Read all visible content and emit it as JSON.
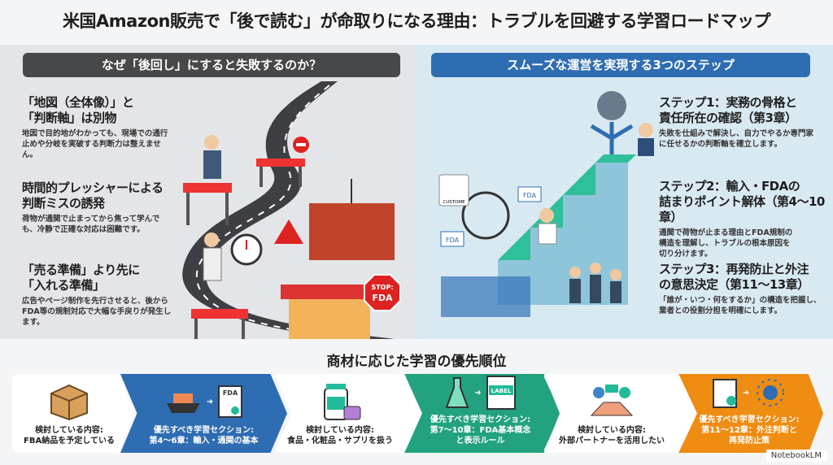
{
  "title": "米国Amazon販売で「後で読む」が命取りになる理由：トラブルを回避する学習ロードマップ",
  "left": {
    "header": "なぜ「後回し」にすると失敗するのか？",
    "items": [
      {
        "title1": "「地図（全体像）」と",
        "title2": "「判断軸」は別物",
        "body": "地図で目的地がわかっても、現場での通行止めや分岐を実破する判断力は整えません。"
      },
      {
        "title1": "時間的プレッシャーによる",
        "title2": "判断ミスの誘発",
        "body": "荷物が通関で止まってから焦って学んでも、冷静で正確な対応は困難です。"
      },
      {
        "title1": "「売る準備」より先に",
        "title2": "「入れる準備」",
        "body": "広告やページ制作を先行させると、後からFDA等の規制対応で大幅な手戻りが発生します。"
      }
    ],
    "stop_sign": "STOP:",
    "stop_fda": "FDA"
  },
  "right": {
    "header": "スムーズな運営を実現する3つのステップ",
    "steps": [
      {
        "title1": "ステップ1：実務の骨格と",
        "title2": "責任所在の確認（第3章）",
        "body": "失敗を仕組みで解決し、自力でやるか専門家に任せるかの判断軸を確立します。"
      },
      {
        "title1": "ステップ2：輸入・FDAの",
        "title2": "詰まりポイント解体（第4〜10章）",
        "body": "通関で荷物が止まる理由とFDA規制の構造を理解し、トラブルの根本原因を切り分けます。"
      },
      {
        "title1": "ステップ3：再発防止と外注",
        "title2": "の意思決定（第11〜13章）",
        "body": "「誰が・いつ・何をするか」の構造を把握し、業者との役割分担を明確にします。"
      }
    ],
    "label_customs": "CUSTOME",
    "label_fda": "FDA"
  },
  "bottom": {
    "title": "商材に応じた学習の優先順位",
    "segments": [
      {
        "kind": "consider",
        "l1": "検討している内容:",
        "l2": "FBA納品を予定している"
      },
      {
        "kind": "priority",
        "l1": "優先すべき学習セクション:",
        "l2": "第4〜6章：輸入・通関の基本",
        "doc": "FDA"
      },
      {
        "kind": "consider",
        "l1": "検討している内容:",
        "l2": "食品・化粧品・サプリを扱う"
      },
      {
        "kind": "priority",
        "l1": "優先すべき学習セクション:",
        "l2": "第7〜10章：FDA基本概念",
        "l3": "と表示ルール",
        "doc": "LABEL"
      },
      {
        "kind": "consider",
        "l1": "検討している内容:",
        "l2": "外部パートナーを活用したい"
      },
      {
        "kind": "priority",
        "l1": "優先すべき学習セクション:",
        "l2": "第11〜12章：外注判断と",
        "l3": "再発防止策"
      }
    ]
  },
  "colors": {
    "blue": "#2f6db2",
    "green": "#22a27f",
    "orange": "#ef8c12"
  },
  "watermark": "NotebookLM"
}
